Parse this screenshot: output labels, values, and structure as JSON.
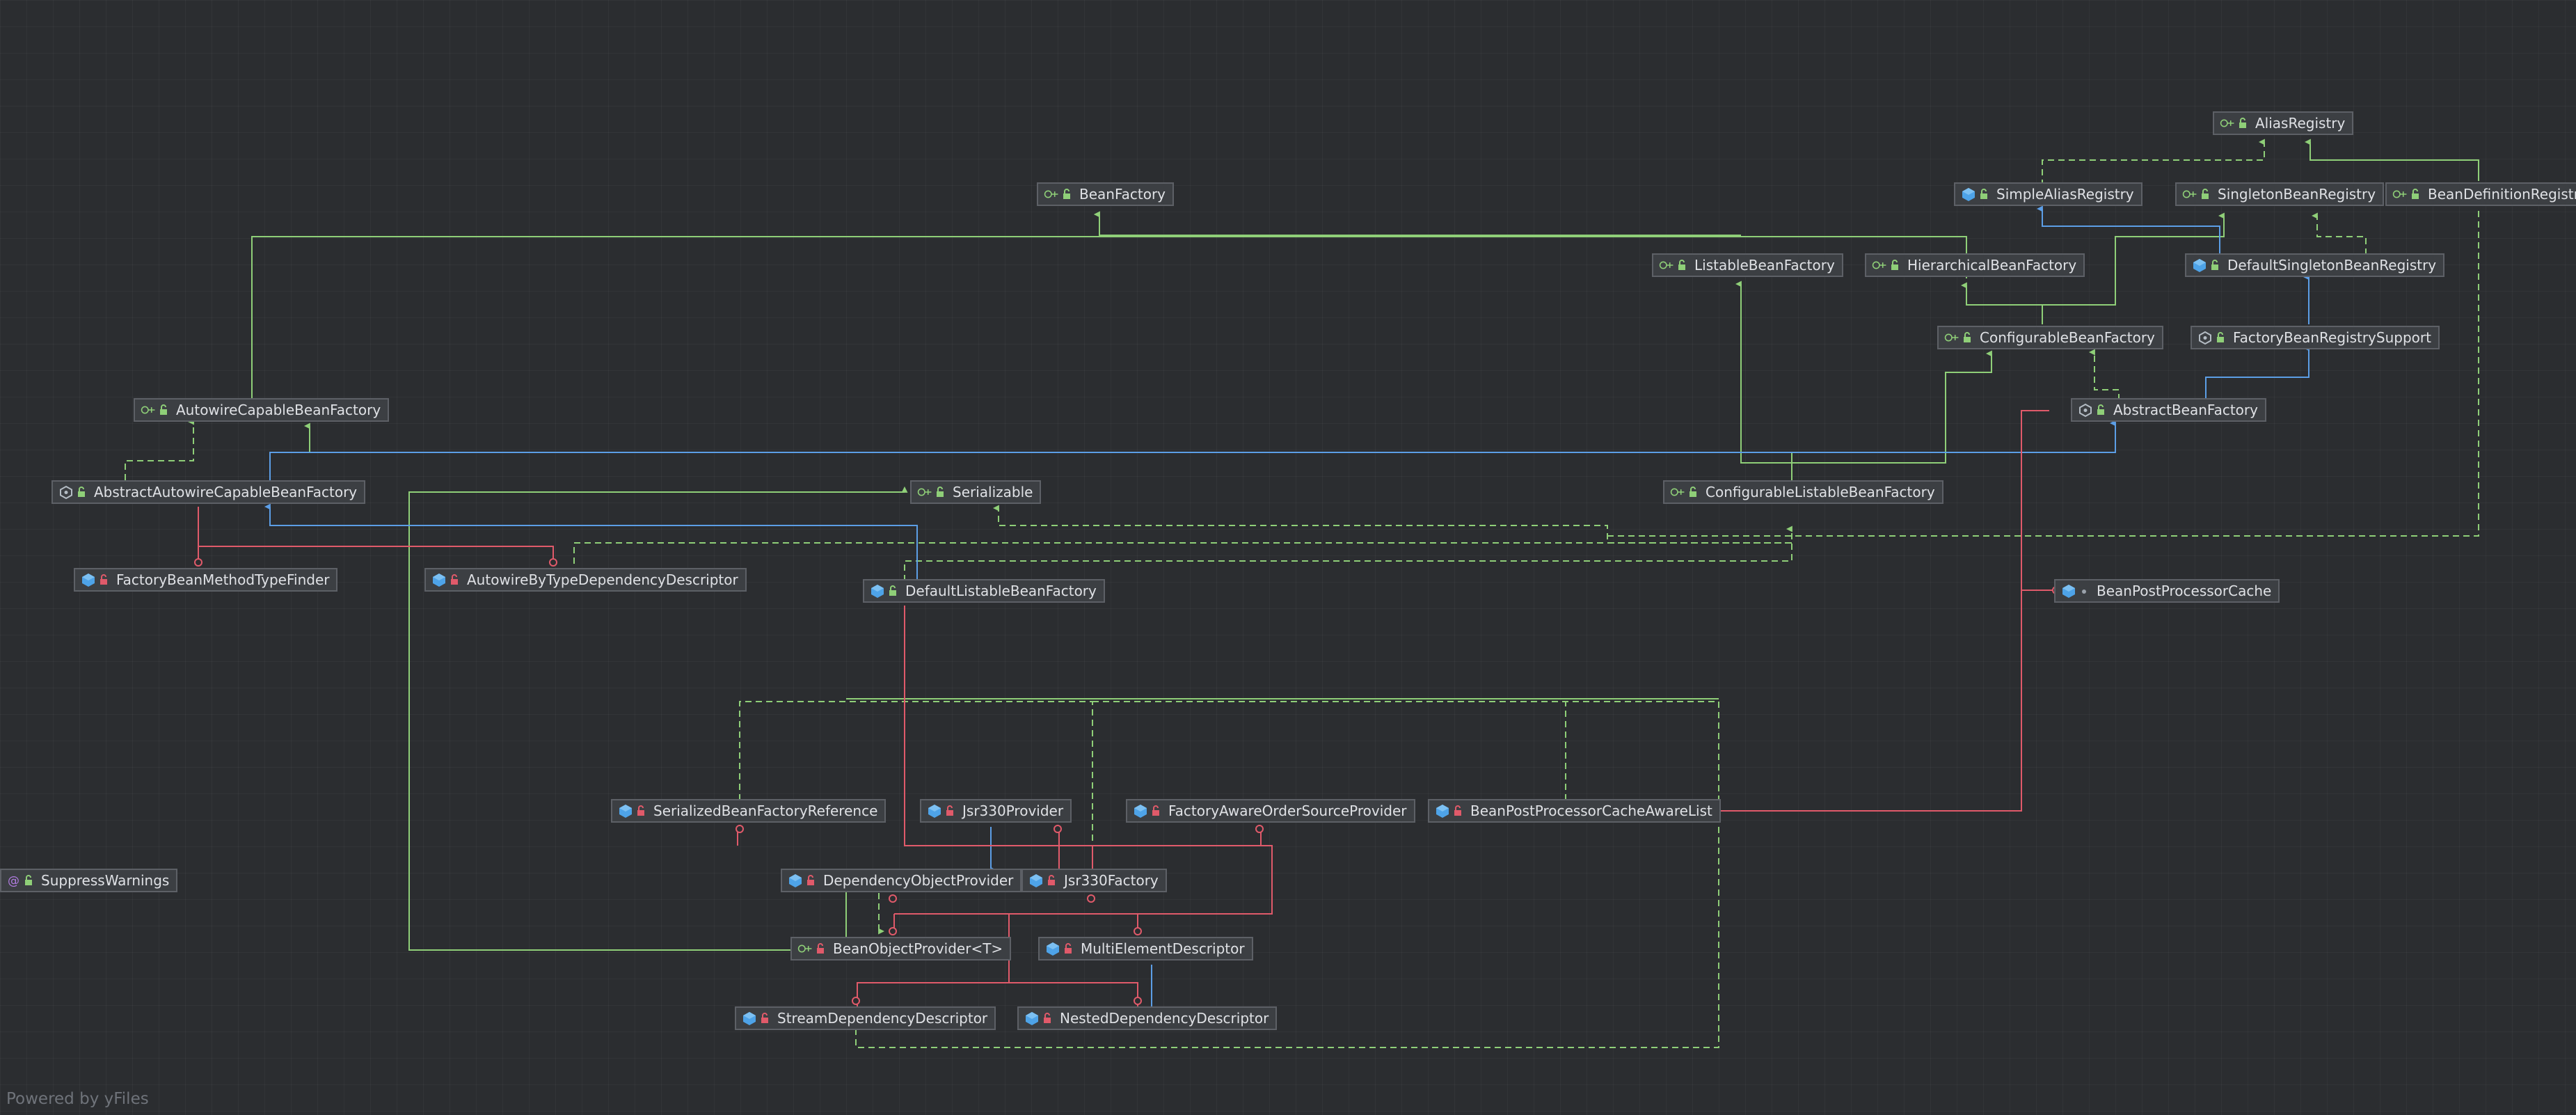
{
  "diagram": {
    "nodes": {
      "alias_registry": {
        "label": "AliasRegistry",
        "kind": "interface",
        "visibility": "public"
      },
      "simple_alias_registry": {
        "label": "SimpleAliasRegistry",
        "kind": "class",
        "visibility": "public"
      },
      "singleton_bean_registry": {
        "label": "SingletonBeanRegistry",
        "kind": "interface",
        "visibility": "public"
      },
      "bean_definition_registry": {
        "label": "BeanDefinitionRegistry",
        "kind": "interface",
        "visibility": "public"
      },
      "bean_factory": {
        "label": "BeanFactory",
        "kind": "interface",
        "visibility": "public"
      },
      "listable_bean_factory": {
        "label": "ListableBeanFactory",
        "kind": "interface",
        "visibility": "public"
      },
      "hierarchical_bean_factory": {
        "label": "HierarchicalBeanFactory",
        "kind": "interface",
        "visibility": "public"
      },
      "default_singleton_bean_registry": {
        "label": "DefaultSingletonBeanRegistry",
        "kind": "class",
        "visibility": "public"
      },
      "configurable_bean_factory": {
        "label": "ConfigurableBeanFactory",
        "kind": "interface",
        "visibility": "public"
      },
      "factory_bean_registry_support": {
        "label": "FactoryBeanRegistrySupport",
        "kind": "abstract",
        "visibility": "public"
      },
      "autowire_capable_bean_factory": {
        "label": "AutowireCapableBeanFactory",
        "kind": "interface",
        "visibility": "public"
      },
      "abstract_bean_factory": {
        "label": "AbstractBeanFactory",
        "kind": "abstract",
        "visibility": "public"
      },
      "abstract_autowire_capable_bean_factory": {
        "label": "AbstractAutowireCapableBeanFactory",
        "kind": "abstract",
        "visibility": "public"
      },
      "serializable": {
        "label": "Serializable",
        "kind": "interface",
        "visibility": "public"
      },
      "configurable_listable_bean_factory": {
        "label": "ConfigurableListableBeanFactory",
        "kind": "interface",
        "visibility": "public"
      },
      "factory_bean_method_type_finder": {
        "label": "FactoryBeanMethodTypeFinder",
        "kind": "class",
        "visibility": "private"
      },
      "autowire_by_type_dependency_descriptor": {
        "label": "AutowireByTypeDependencyDescriptor",
        "kind": "class",
        "visibility": "private"
      },
      "default_listable_bean_factory": {
        "label": "DefaultListableBeanFactory",
        "kind": "class",
        "visibility": "public"
      },
      "bean_post_processor_cache": {
        "label": "BeanPostProcessorCache",
        "kind": "class",
        "visibility": "package"
      },
      "serialized_bean_factory_reference": {
        "label": "SerializedBeanFactoryReference",
        "kind": "class",
        "visibility": "private"
      },
      "jsr330_provider": {
        "label": "Jsr330Provider",
        "kind": "class",
        "visibility": "private"
      },
      "factory_aware_order_source_provider": {
        "label": "FactoryAwareOrderSourceProvider",
        "kind": "class",
        "visibility": "private"
      },
      "bean_post_processor_cache_aware_list": {
        "label": "BeanPostProcessorCacheAwareList",
        "kind": "class",
        "visibility": "private"
      },
      "suppress_warnings": {
        "label": "SuppressWarnings",
        "kind": "annotation",
        "visibility": "public"
      },
      "dependency_object_provider": {
        "label": "DependencyObjectProvider",
        "kind": "class",
        "visibility": "private"
      },
      "jsr330_factory": {
        "label": "Jsr330Factory",
        "kind": "class",
        "visibility": "private"
      },
      "bean_object_provider": {
        "label": "BeanObjectProvider<T>",
        "kind": "interface",
        "visibility": "private"
      },
      "multi_element_descriptor": {
        "label": "MultiElementDescriptor",
        "kind": "class",
        "visibility": "private"
      },
      "stream_dependency_descriptor": {
        "label": "StreamDependencyDescriptor",
        "kind": "class",
        "visibility": "private"
      },
      "nested_dependency_descriptor": {
        "label": "NestedDependencyDescriptor",
        "kind": "class",
        "visibility": "private"
      }
    },
    "colors": {
      "interface_inherit": "#8fcf78",
      "class_inherit": "#5c9ee6",
      "inner_class": "#e05a6a",
      "node_fill": "#3c3f43",
      "node_border": "#5d6066",
      "label": "#dfe1e5"
    }
  },
  "footer": {
    "text": "Powered by yFiles"
  }
}
